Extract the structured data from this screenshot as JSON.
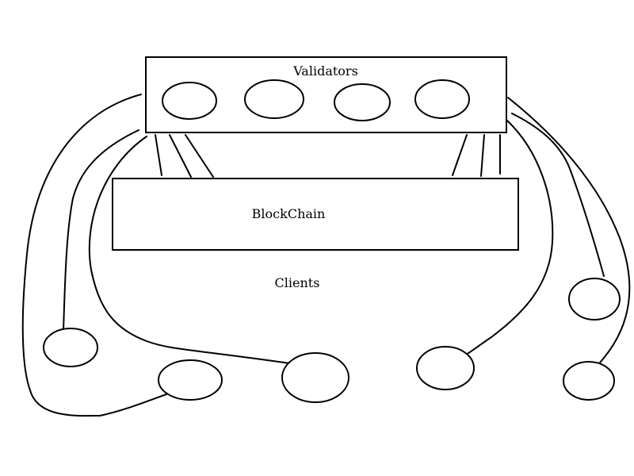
{
  "diagram": {
    "validators_label": "Validators",
    "blockchain_label": "BlockChain",
    "clients_label": "Clients"
  }
}
